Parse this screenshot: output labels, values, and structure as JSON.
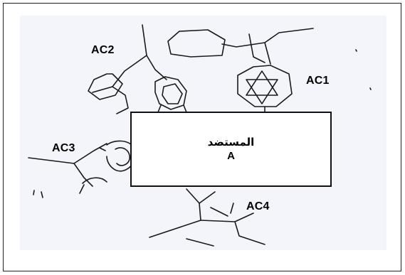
{
  "diagram": {
    "host": {
      "label_ar": "المستضد",
      "label_symbol": "A"
    },
    "sites": [
      {
        "id": "ac1",
        "label": "AC1"
      },
      {
        "id": "ac2",
        "label": "AC2"
      },
      {
        "id": "ac3",
        "label": "AC3"
      },
      {
        "id": "ac4",
        "label": "AC4"
      }
    ],
    "colors": {
      "ink": "#1a1a1a",
      "paper_tint": "#f4f5fa"
    }
  }
}
